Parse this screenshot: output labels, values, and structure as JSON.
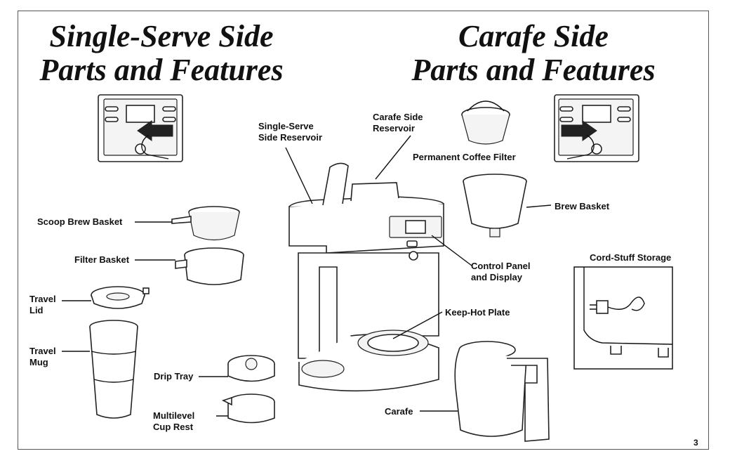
{
  "headings": {
    "single_serve": [
      "Single-Serve Side",
      "Parts and Features"
    ],
    "carafe": [
      "Carafe Side",
      "Parts and Features"
    ]
  },
  "labels": {
    "scoop_brew_basket": "Scoop Brew Basket",
    "filter_basket": "Filter Basket",
    "travel_lid": [
      "Travel",
      "Lid"
    ],
    "travel_mug": [
      "Travel",
      "Mug"
    ],
    "drip_tray": "Drip Tray",
    "multilevel_cup_rest": [
      "Multilevel",
      "Cup Rest"
    ],
    "single_serve_reservoir": [
      "Single-Serve",
      "Side Reservoir"
    ],
    "carafe_side_reservoir": [
      "Carafe Side",
      "Reservoir"
    ],
    "permanent_coffee_filter": "Permanent Coffee Filter",
    "brew_basket": "Brew Basket",
    "control_panel": [
      "Control Panel",
      "and Display"
    ],
    "keep_hot_plate": "Keep-Hot Plate",
    "carafe": "Carafe",
    "cord_storage": "Cord-Stuff Storage"
  },
  "page_number": "3"
}
